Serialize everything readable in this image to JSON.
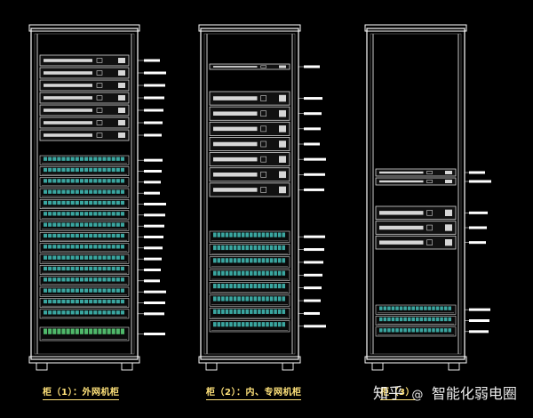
{
  "colors": {
    "background": "#000000",
    "rack_frame": "#ffffff",
    "equipment_unit": "#d6d6d6",
    "patch_panel_port": "#3aa6a0",
    "patch_panel_green": "#4fb86a",
    "callout_line": "#ffffff",
    "caption": "#ffe27a"
  },
  "racks": [
    {
      "caption": "柜（1）：外网机柜",
      "sections": [
        {
          "kind": "device",
          "count": 7
        },
        {
          "kind": "patch",
          "count": 15
        },
        {
          "kind": "green",
          "count": 1
        }
      ]
    },
    {
      "caption": "柜（2）：内、专网机柜",
      "sections": [
        {
          "kind": "device",
          "count": 1
        },
        {
          "kind": "device",
          "count": 7
        },
        {
          "kind": "patch",
          "count": 8
        }
      ]
    },
    {
      "caption": "柜（3）",
      "sections": [
        {
          "kind": "device",
          "count": 2
        },
        {
          "kind": "device",
          "count": 3
        },
        {
          "kind": "patch",
          "count": 3
        }
      ]
    }
  ],
  "watermark": {
    "site": "知乎",
    "separator": "@",
    "handle": "智能化弱电圈"
  }
}
